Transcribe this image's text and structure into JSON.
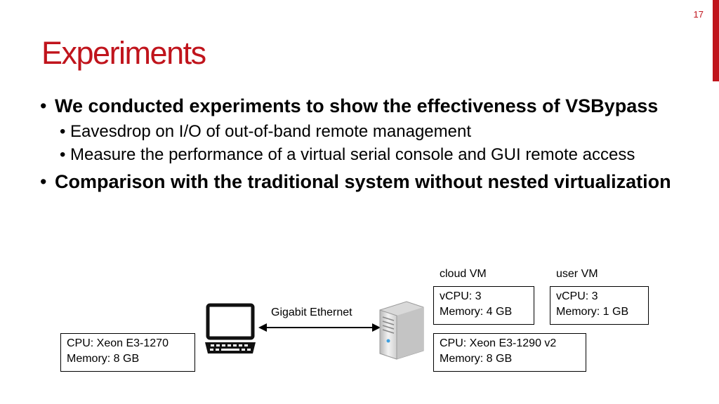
{
  "slide_number": "17",
  "title": "Experiments",
  "bullets": [
    {
      "text": "We conducted experiments to show the effectiveness of VSBypass",
      "subs": [
        "Eavesdrop on I/O of out-of-band remote management",
        "Measure the performance of a virtual serial console and GUI remote access"
      ]
    },
    {
      "text": "Comparison with the traditional system without nested virtualization"
    }
  ],
  "diagram": {
    "cloud_vm_label": "cloud VM",
    "user_vm_label": "user VM",
    "cloud_vm_box": [
      "vCPU: 3",
      "Memory: 4 GB"
    ],
    "user_vm_box": [
      "vCPU: 3",
      "Memory: 1 GB"
    ],
    "link_label": "Gigabit Ethernet",
    "client_box": [
      "CPU: Xeon E3-1270",
      "Memory: 8 GB"
    ],
    "server_box": [
      "CPU: Xeon E3-1290 v2",
      "Memory: 8 GB"
    ]
  }
}
